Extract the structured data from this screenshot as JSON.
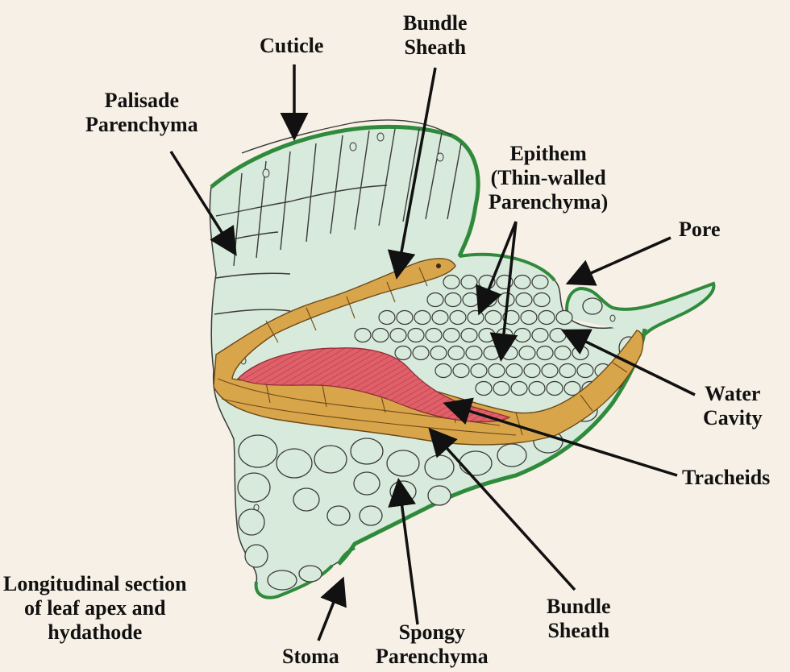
{
  "labels": {
    "cuticle": "Cuticle",
    "bundle_sheath_top": [
      "Bundle",
      "Sheath"
    ],
    "palisade": [
      "Palisade",
      "Parenchyma"
    ],
    "epithem": [
      "Epithem",
      "(Thin-walled",
      "Parenchyma)"
    ],
    "pore": "Pore",
    "water_cavity": [
      "Water",
      "Cavity"
    ],
    "tracheids": "Tracheids",
    "bundle_sheath_bottom": [
      "Bundle",
      "Sheath"
    ],
    "spongy": [
      "Spongy",
      "Parenchyma"
    ],
    "stoma": "Stoma",
    "caption": [
      "Longitudinal section",
      "of leaf apex and",
      "hydathode"
    ]
  },
  "colors": {
    "background": "#f7f0e6",
    "cell_fill": "#d8eadb",
    "cell_outline": "#3a3a3a",
    "epidermis_green": "#2f8a3c",
    "bundle_sheath": "#d9a54b",
    "tracheid": "#e0606a",
    "arrow": "#111111"
  }
}
